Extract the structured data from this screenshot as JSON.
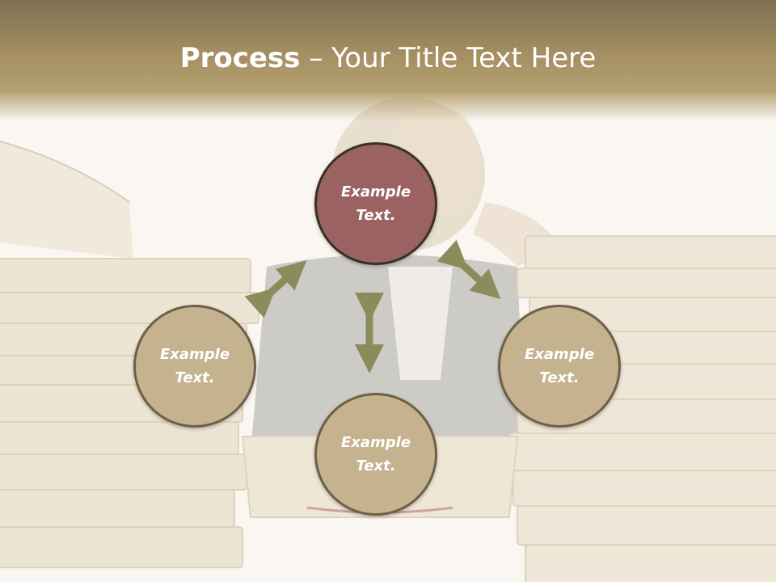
{
  "slide": {
    "title_bold": "Process",
    "title_rest": " – Your Title Text Here"
  },
  "diagram": {
    "nodes": [
      {
        "id": "top",
        "line1": "Example",
        "line2": "Text.",
        "color": "#9a6362"
      },
      {
        "id": "left",
        "line1": "Example",
        "line2": "Text.",
        "color": "#c5b38f"
      },
      {
        "id": "right",
        "line1": "Example",
        "line2": "Text.",
        "color": "#c5b38f"
      },
      {
        "id": "bottom",
        "line1": "Example",
        "line2": "Text.",
        "color": "#c5b38f"
      }
    ],
    "arrow_color": "#8a8c5c"
  },
  "icons": [
    "double-arrow-icon"
  ]
}
